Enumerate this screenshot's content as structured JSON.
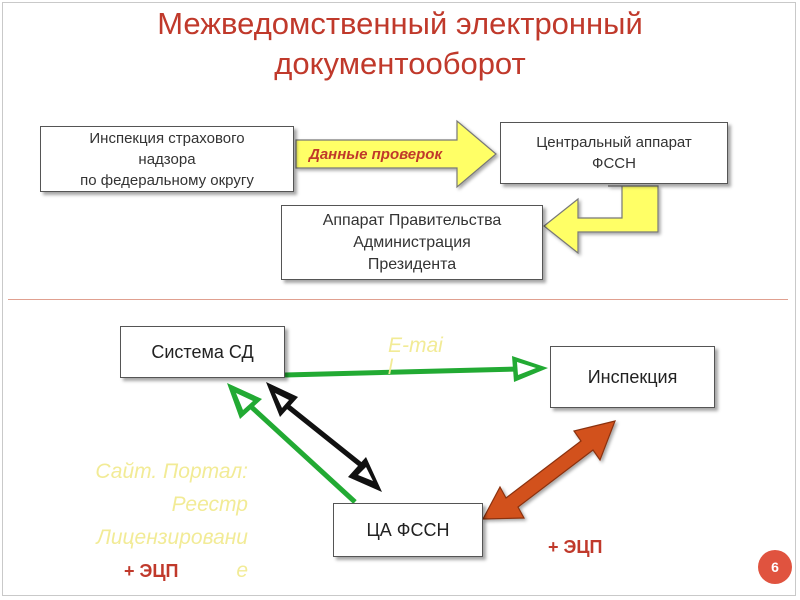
{
  "title_line1": "Межведомственный электронный",
  "title_line2": "документооборот",
  "boxes": {
    "inspection_top": [
      "Инспекция страхового",
      "надзора",
      "по федеральному округу"
    ],
    "central": [
      "Центральный аппарат",
      "ФССН"
    ],
    "gov": [
      "Аппарат Правительства",
      "Администрация",
      "Президента"
    ],
    "system_sd": "Система СД",
    "inspection": "Инспекция",
    "ca_fssn": "ЦА ФССН"
  },
  "arrow_data_label": "Данные проверок",
  "email_label": [
    "E-mai",
    "l"
  ],
  "portal_label": [
    "Сайт. Портал:",
    "Реестр",
    "Лицензировани",
    "е"
  ],
  "ecp_left": "+ ЭЦП",
  "ecp_right": "+ ЭЦП",
  "page_number": "6",
  "colors": {
    "title": "#c0392b",
    "yellow_arrow": "#ffff66",
    "green_arrow": "#22aa33",
    "orange_arrow": "#d2511e",
    "page_badge": "#e0533f"
  }
}
